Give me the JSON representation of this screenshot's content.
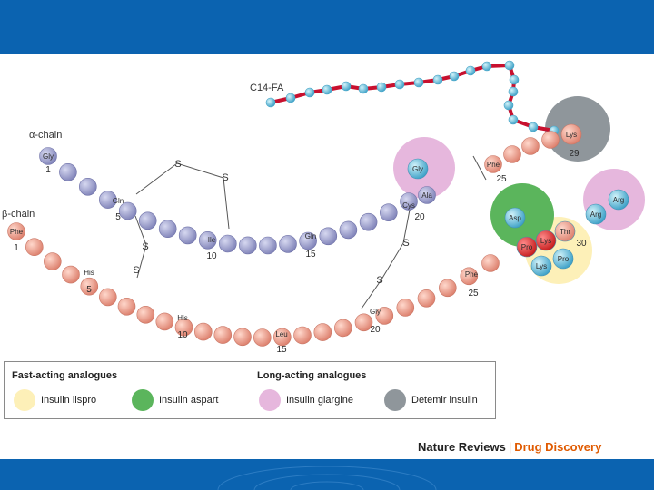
{
  "chains": {
    "alpha_label": "α-chain",
    "beta_label": "β-chain",
    "fatty_acid_label": "C14-FA",
    "disulfide_symbol": "S"
  },
  "alpha_residues": [
    {
      "label": "Gly",
      "number": "1"
    },
    {
      "label": "Gln",
      "number": "5"
    },
    {
      "label": "Ile",
      "number": "10"
    },
    {
      "label": "Gln",
      "number": "15"
    },
    {
      "label": "Cys",
      "number": "20"
    },
    {
      "label": "Ala",
      "number": ""
    },
    {
      "label": "Gly",
      "number": ""
    }
  ],
  "beta_residues": [
    {
      "label": "Phe",
      "number": "1"
    },
    {
      "label": "His",
      "number": "5"
    },
    {
      "label": "His",
      "number": "10"
    },
    {
      "label": "Leu",
      "number": "15"
    },
    {
      "label": "Gly",
      "number": "20"
    },
    {
      "label": "Phe",
      "number": "25"
    },
    {
      "label": "Asp",
      "number": ""
    },
    {
      "label": "Pro",
      "number": ""
    },
    {
      "label": "Lys",
      "number": ""
    },
    {
      "label": "Thr",
      "number": "30"
    },
    {
      "label": "Pro",
      "number": ""
    },
    {
      "label": "Lys",
      "number": ""
    },
    {
      "label": "Arg",
      "number": ""
    },
    {
      "label": "Arg",
      "number": ""
    }
  ],
  "upper_segment": [
    {
      "label": "Phe",
      "number": "25"
    },
    {
      "label": "Lys",
      "number": "29"
    }
  ],
  "legend": {
    "fast_heading": "Fast-acting analogues",
    "long_heading": "Long-acting analogues",
    "items": [
      {
        "label": "Insulin lispro",
        "color": "#fdf0b8"
      },
      {
        "label": "Insulin aspart",
        "color": "#5bb55c"
      },
      {
        "label": "Insulin glargine",
        "color": "#e6b7dd"
      },
      {
        "label": "Detemir insulin",
        "color": "#8f969b"
      }
    ]
  },
  "credit": {
    "publisher": "Nature Reviews",
    "separator": "|",
    "journal": "Drug Discovery"
  },
  "colors": {
    "alpha_bead": "#9a9ccc",
    "beta_bead": "#ee9c8c",
    "fa_bead": "#7fd4e6",
    "fa_bond": "#c8102e",
    "highlight_bead": "#63b6d8",
    "header_band": "#0b63b0"
  }
}
